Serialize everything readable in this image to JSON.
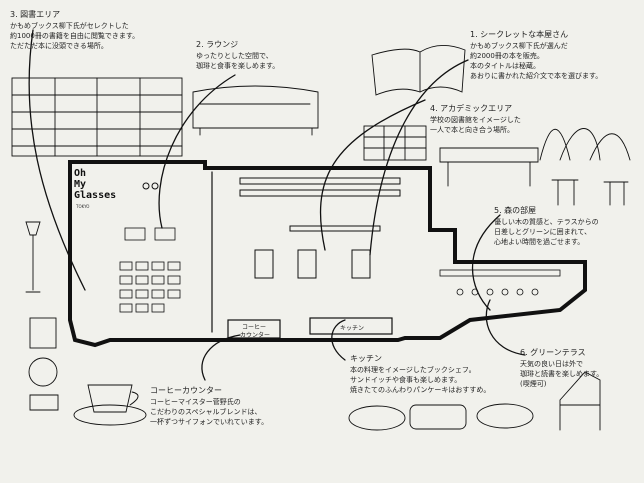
{
  "brand": {
    "line1": "Oh",
    "line2": "My",
    "line3": "Glasses",
    "sub": "TOKYO"
  },
  "notes": {
    "n1": {
      "title": "1. シークレットな本屋さん",
      "lines": [
        "かもめブックス柳下氏が選んだ",
        "約2000冊の本を販売。",
        "本のタイトルは秘蔵。",
        "あおりに書かれた紹介文で本を選びます。"
      ]
    },
    "n2": {
      "title": "2. ラウンジ",
      "lines": [
        "ゆったりとした空間で、",
        "珈琲と食事を楽しめます。"
      ]
    },
    "n3": {
      "title": "3. 図書エリア",
      "lines": [
        "かもめブックス柳下氏がセレクトした",
        "約1000冊の書籍を自由に閲覧できます。",
        "ただただ本に没頭できる場所。"
      ]
    },
    "n4": {
      "title": "4. アカデミックエリア",
      "lines": [
        "学校の図書館をイメージした",
        "一人で本と向き合う場所。"
      ]
    },
    "n5": {
      "title": "5. 森の部屋",
      "lines": [
        "優しい木の質感と、テラスからの",
        "日差しとグリーンに囲まれて、",
        "心地よい時間を過ごせます。"
      ]
    },
    "n6": {
      "title": "6. グリーンテラス",
      "lines": [
        "天気の良い日は外で",
        "珈琲と読書を楽しめます。",
        "(喫煙可)"
      ]
    },
    "coffee": {
      "title": "コーヒーカウンター",
      "lines": [
        "コーヒーマイスター菅野氏の",
        "こだわりのスペシャルブレンドは、",
        "一杯ずつサイフォンでいれています。"
      ]
    },
    "kitchen": {
      "title": "キッチン",
      "lines": [
        "本の料理をイメージしたブックシェフ。",
        "サンドイッチや食事も楽しめます。",
        "焼きたてのふんわりパンケーキはおすすめ。"
      ]
    }
  },
  "rooms": {
    "counter_line1": "コーヒー",
    "counter_line2": "カウンター",
    "kitchen": "キッチン"
  }
}
